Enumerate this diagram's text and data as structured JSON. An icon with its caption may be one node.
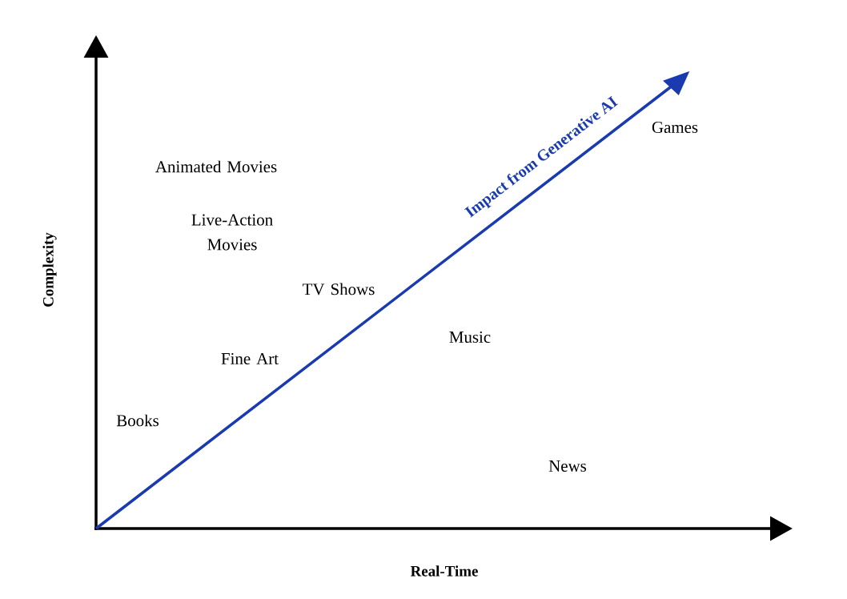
{
  "diagram": {
    "labels": [
      "Complexity",
      "Real-Time",
      "Impact from Generative AI",
      "Games",
      "Animated Movies",
      "Live-Action Movies",
      "TV Shows",
      "Music",
      "Fine Art",
      "Books",
      "News"
    ]
  }
}
